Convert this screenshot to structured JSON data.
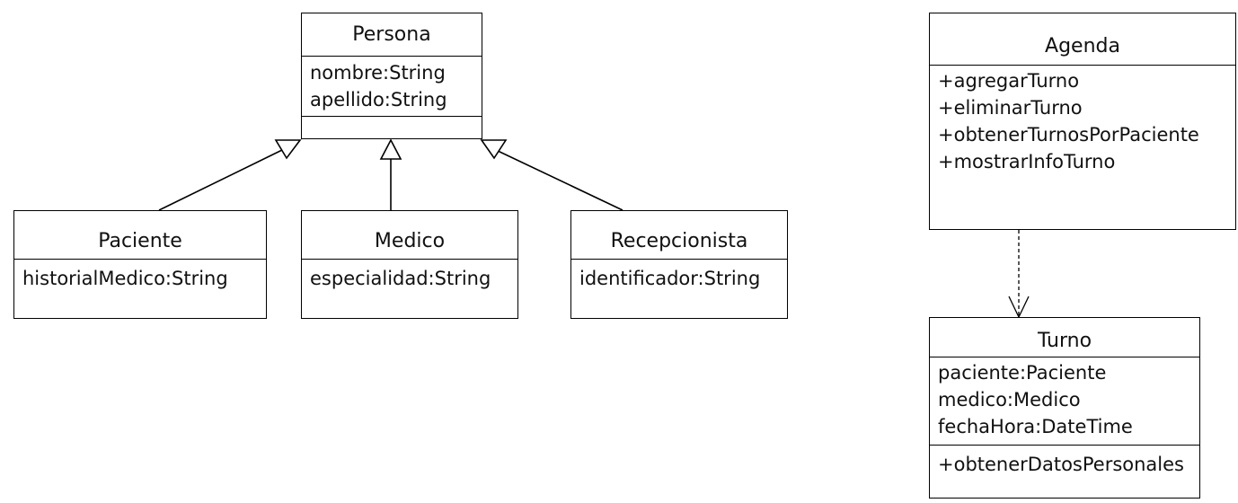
{
  "classes": {
    "persona": {
      "name": "Persona",
      "attributes": [
        "nombre:String",
        "apellido:String"
      ],
      "methods": []
    },
    "paciente": {
      "name": "Paciente",
      "attributes": [
        "historialMedico:String"
      ]
    },
    "medico": {
      "name": "Medico",
      "attributes": [
        "especialidad:String"
      ]
    },
    "recepcionista": {
      "name": "Recepcionista",
      "attributes": [
        "identificador:String"
      ]
    },
    "agenda": {
      "name": "Agenda",
      "methods": [
        "+agregarTurno",
        "+eliminarTurno",
        "+obtenerTurnosPorPaciente",
        "+mostrarInfoTurno"
      ]
    },
    "turno": {
      "name": "Turno",
      "attributes": [
        "paciente:Paciente",
        "medico:Medico",
        "fechaHora:DateTime"
      ],
      "methods": [
        "+obtenerDatosPersonales"
      ]
    }
  },
  "relationships": [
    {
      "type": "generalization",
      "from": "Paciente",
      "to": "Persona"
    },
    {
      "type": "generalization",
      "from": "Medico",
      "to": "Persona"
    },
    {
      "type": "generalization",
      "from": "Recepcionista",
      "to": "Persona"
    },
    {
      "type": "dependency",
      "from": "Agenda",
      "to": "Turno"
    }
  ]
}
